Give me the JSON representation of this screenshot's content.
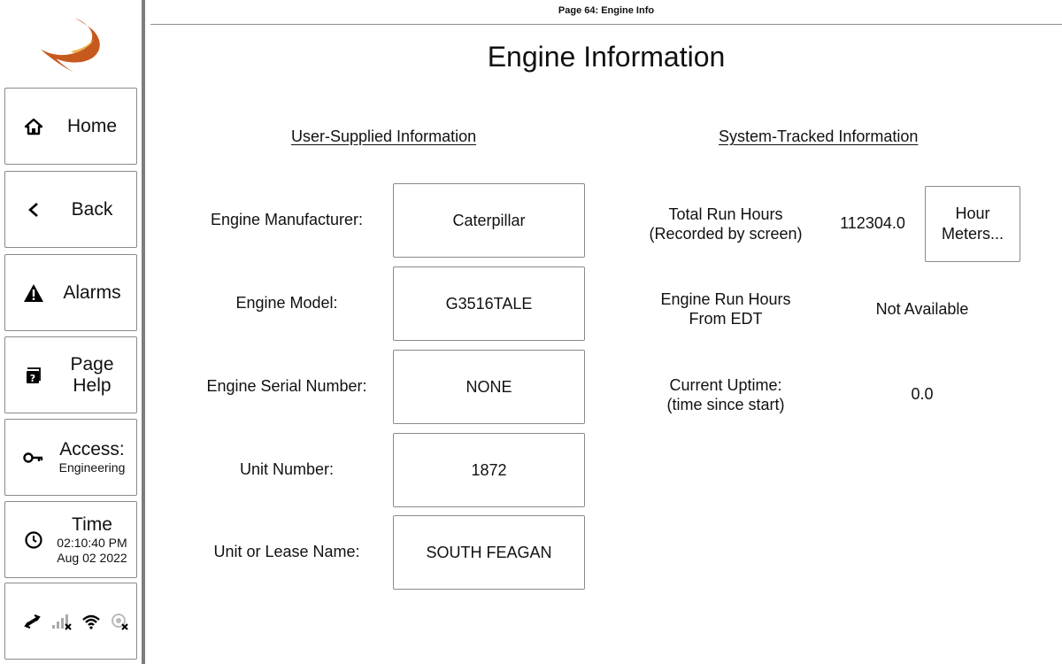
{
  "header": {
    "page_label": "Page 64: Engine Info",
    "title": "Engine Information"
  },
  "brand": {
    "logo_color": "#c65a1e"
  },
  "sidebar": {
    "home": "Home",
    "back": "Back",
    "alarms": "Alarms",
    "help_line1": "Page",
    "help_line2": "Help",
    "access_label": "Access:",
    "access_level": "Engineering",
    "time_label": "Time",
    "time_value": "02:10:40 PM",
    "date_value": "Aug 02 2022",
    "status_icons": [
      "transfer-icon",
      "signal-disconnected-icon",
      "wifi-icon",
      "gps-disconnected-icon"
    ]
  },
  "user_section": {
    "title": "User-Supplied Information",
    "fields": [
      {
        "label": "Engine Manufacturer:",
        "value": "Caterpillar"
      },
      {
        "label": "Engine Model:",
        "value": "G3516TALE"
      },
      {
        "label": "Engine Serial Number:",
        "value": "NONE"
      },
      {
        "label": "Unit Number:",
        "value": "1872"
      },
      {
        "label": "Unit or Lease Name:",
        "value": "SOUTH FEAGAN"
      }
    ]
  },
  "system_section": {
    "title": "System-Tracked Information",
    "total_run_hours": {
      "label_line1": "Total Run Hours",
      "label_line2": "(Recorded by screen)",
      "value": "112304.0"
    },
    "hour_meters_button": {
      "line1": "Hour",
      "line2": "Meters..."
    },
    "edt_hours": {
      "label_line1": "Engine Run Hours",
      "label_line2": "From EDT",
      "value": "Not Available"
    },
    "uptime": {
      "label_line1": "Current Uptime:",
      "label_line2": "(time since start)",
      "value": "0.0"
    }
  }
}
